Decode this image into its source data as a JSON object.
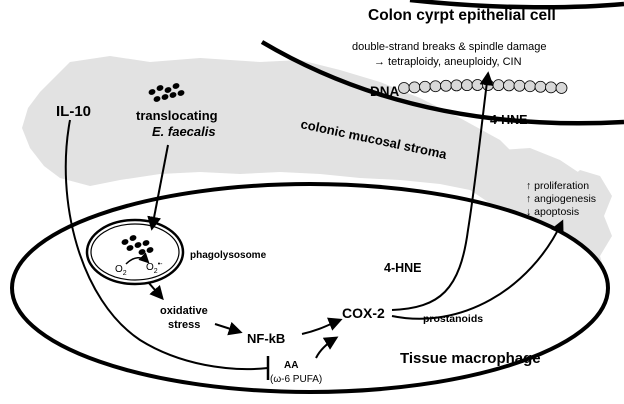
{
  "title": "Colon cyrpt epithelial cell",
  "damage_line1": "double-strand breaks & spindle damage",
  "damage_line2": "→ tetraploidy, aneuploidy, CIN",
  "dna": "DNA",
  "hne_top": "4-HNE",
  "hne_mid": "4-HNE",
  "il10": "IL-10",
  "translocating": "translocating",
  "species": "E. faecalis",
  "stroma": "colonic mucosal stroma",
  "effects": [
    "↑ proliferation",
    "↑ angiogenesis",
    "↓ apoptosis"
  ],
  "phagolysosome": "phagolysosome",
  "o2": "O",
  "o2_sub": "2",
  "superoxide": "O",
  "superoxide_sub": "2",
  "superoxide_sup": "•-",
  "oxidative": "oxidative",
  "stress": "stress",
  "nfkb": "NF-kB",
  "cox2": "COX-2",
  "prostanoids": "prostanoids",
  "aa": "AA",
  "pufa": "(ω-6 PUFA)",
  "macrophage": "Tissue macrophage",
  "colors": {
    "stroma_fill": "#e2e2e2",
    "line": "#000000",
    "dna_bead": "#d8d8d8"
  }
}
